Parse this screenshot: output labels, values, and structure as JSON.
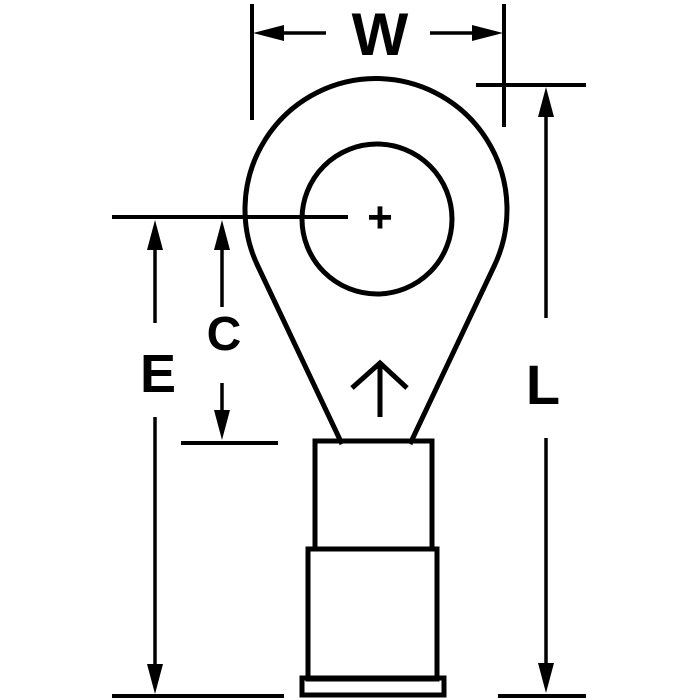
{
  "diagram": {
    "dimension_labels": {
      "w": "W",
      "c": "C",
      "e": "E",
      "l": "L"
    },
    "center_mark": "+",
    "colors": {
      "outline": "#000000",
      "insulation_body": "#741009",
      "insulation_flange": "#821414",
      "background": "#ffffff"
    }
  }
}
